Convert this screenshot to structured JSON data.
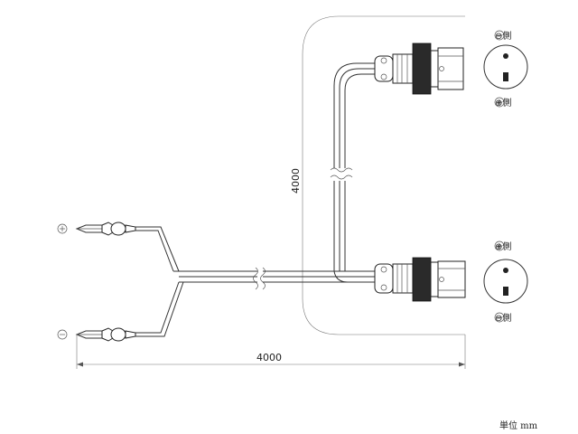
{
  "dimensions": {
    "horizontal": "4000",
    "vertical": "4000"
  },
  "connector_top": {
    "label_minus": "⊖側",
    "label_plus": "⊕側"
  },
  "connector_bottom": {
    "label_plus": "⊕側",
    "label_minus": "⊖側"
  },
  "clip_plus": {
    "symbol": "⊕"
  },
  "clip_minus": {
    "symbol": "⊖"
  },
  "unit_label": "単位 mm"
}
